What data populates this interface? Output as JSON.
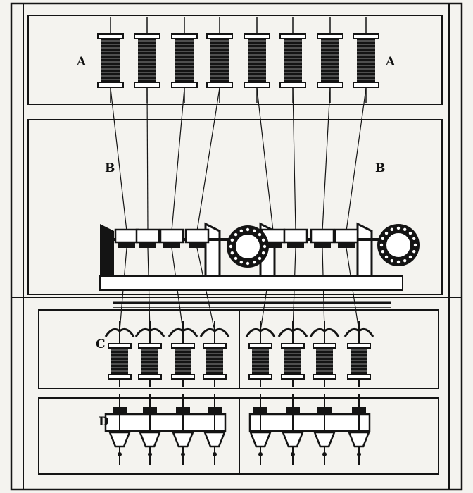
{
  "labels": {
    "a_left": "A",
    "a_right": "A",
    "b_left": "B",
    "b_right": "B",
    "c": "C",
    "d": "D"
  },
  "counts": {
    "top_bobbins": 8,
    "drafting_rollers": 8,
    "flyer_spindles": 8,
    "lower_spindles": 8
  },
  "colors": {
    "paper": "#f4f3ef",
    "ink": "#141414"
  }
}
